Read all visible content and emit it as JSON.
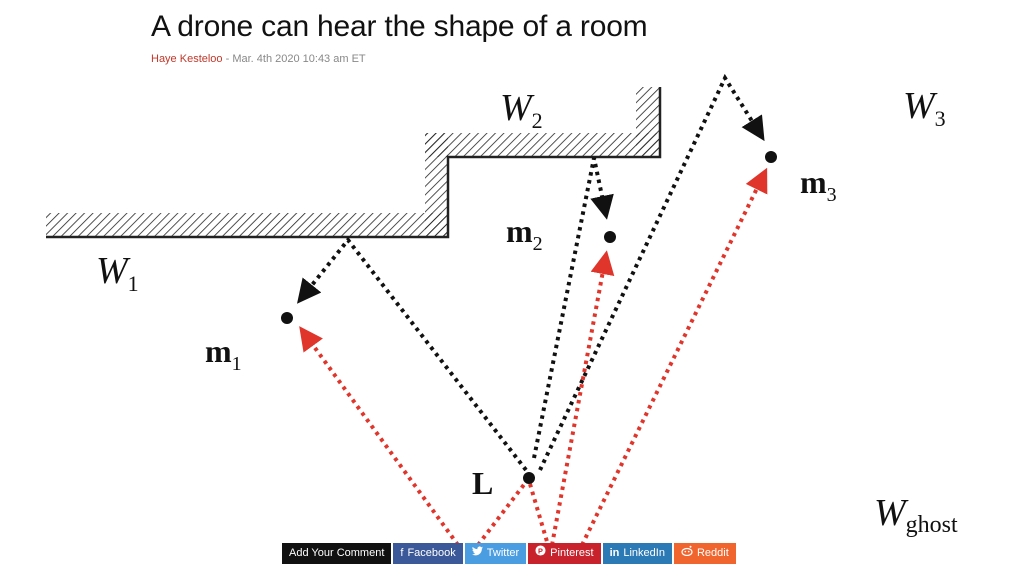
{
  "article": {
    "title": "A drone can hear the shape of a room",
    "author": "Haye Kesteloo",
    "byline_sep": " - ",
    "date": "Mar. 4th 2020 10:43 am ET"
  },
  "figure": {
    "labels": {
      "W1": "W",
      "W1_sub": "1",
      "W2": "W",
      "W2_sub": "2",
      "W3": "W",
      "W3_sub": "3",
      "Wghost": "W",
      "Wghost_sub": "ghost",
      "m1": "m",
      "m1_sub": "1",
      "m2": "m",
      "m2_sub": "2",
      "m3": "m",
      "m3_sub": "3",
      "L": "L"
    },
    "colors": {
      "reflection_path": "#111111",
      "direct_path": "#e0352b",
      "wall": "#222222"
    }
  },
  "share": {
    "comment": "Add Your Comment",
    "facebook": "Facebook",
    "twitter": "Twitter",
    "pinterest": "Pinterest",
    "linkedin": "LinkedIn",
    "reddit": "Reddit",
    "icons": {
      "facebook": "f",
      "twitter": "bird-icon",
      "pinterest": "P",
      "linkedin": "in",
      "reddit": "alien-icon"
    }
  }
}
